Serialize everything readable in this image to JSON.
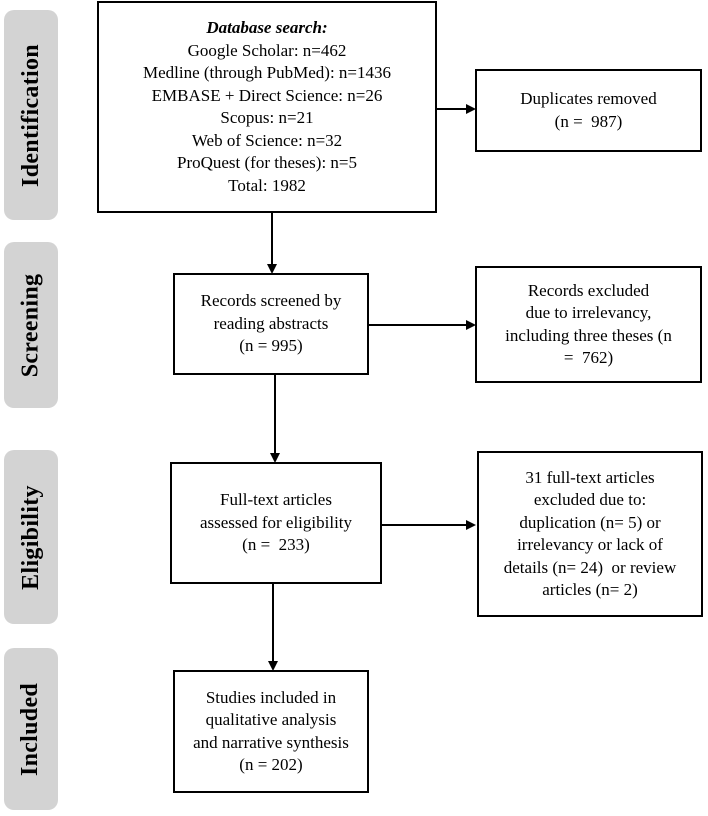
{
  "stages": [
    {
      "id": "identification",
      "label": "Identification"
    },
    {
      "id": "screening",
      "label": "Screening"
    },
    {
      "id": "eligibility",
      "label": "Eligibility"
    },
    {
      "id": "included",
      "label": "Included"
    }
  ],
  "boxes": {
    "database_search": {
      "title": "Database search:",
      "lines": [
        "Google Scholar: n=462",
        "Medline (through PubMed): n=1436",
        "EMBASE + Direct Science: n=26",
        "Scopus: n=21",
        "Web of Science: n=32",
        "ProQuest (for theses): n=5",
        "Total: 1982"
      ]
    },
    "duplicates_removed": {
      "lines": [
        "Duplicates removed",
        "(n =  987)"
      ]
    },
    "records_screened": {
      "lines": [
        "Records screened by",
        "reading abstracts",
        "(n = 995)"
      ]
    },
    "records_excluded": {
      "lines": [
        "Records excluded",
        "due to irrelevancy,",
        "including three theses (n",
        "=  762)"
      ]
    },
    "full_text_assessed": {
      "lines": [
        "Full-text articles",
        "assessed for eligibility",
        "(n =  233)"
      ]
    },
    "full_text_excluded": {
      "lines": [
        "31 full-text articles",
        "excluded due to:",
        "duplication (n= 5) or",
        "irrelevancy or lack of",
        "details (n= 24)  or review",
        "articles (n= 2)"
      ]
    },
    "studies_included": {
      "lines": [
        "Studies included in",
        "qualitative analysis",
        "and narrative synthesis",
        "(n = 202)"
      ]
    }
  }
}
